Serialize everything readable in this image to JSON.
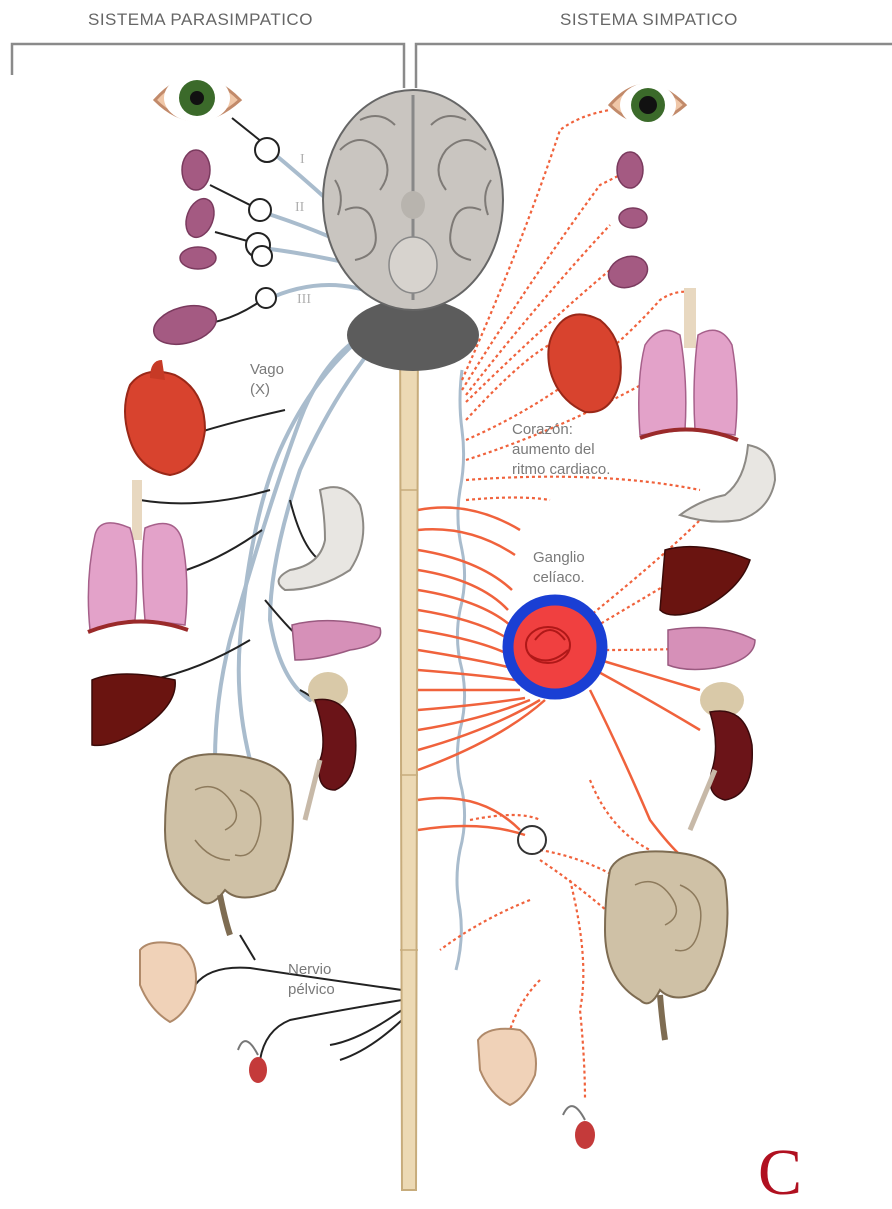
{
  "headers": {
    "left": "SISTEMA PARASIMPATICO",
    "right": "SISTEMA SIMPATICO"
  },
  "labels": {
    "vago_line1": "Vago",
    "vago_line2": "(X)",
    "corazon_line1": "Corazón:",
    "corazon_line2": "aumento del",
    "corazon_line3": "ritmo cardiaco.",
    "ganglio_line1": "Ganglio",
    "ganglio_line2": "celíaco.",
    "nervio_line1": "Nervio",
    "nervio_line2": "pélvico"
  },
  "cranial_numerals": [
    "I",
    "II",
    "III"
  ],
  "corner_text": "C",
  "colors": {
    "parasympathetic_nerve": "#a9bccd",
    "sympathetic_nerve": "#f0623c",
    "spinal_cord": "#ecd9b4",
    "highlight_ring": "#1a3fd4",
    "highlight_fill": "#f04040"
  }
}
